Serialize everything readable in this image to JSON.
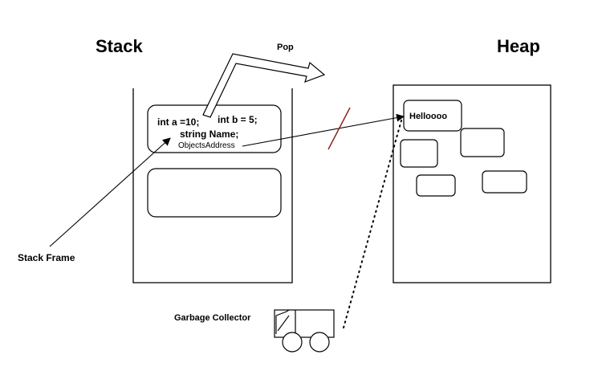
{
  "diagram": {
    "stack_title": "Stack",
    "heap_title": "Heap",
    "pop_label": "Pop",
    "stack_frame_label": "Stack Frame",
    "garbage_collector_label": "Garbage Collector",
    "frame": {
      "line1_a": "int a =10;",
      "line1_b": "int b = 5;",
      "line2": "string Name;",
      "line3": "ObjectsAddress"
    },
    "heap_object_text": "Helloooo"
  },
  "colors": {
    "stroke": "#000000",
    "broken_link": "#8b1a1a",
    "background": "#ffffff"
  }
}
